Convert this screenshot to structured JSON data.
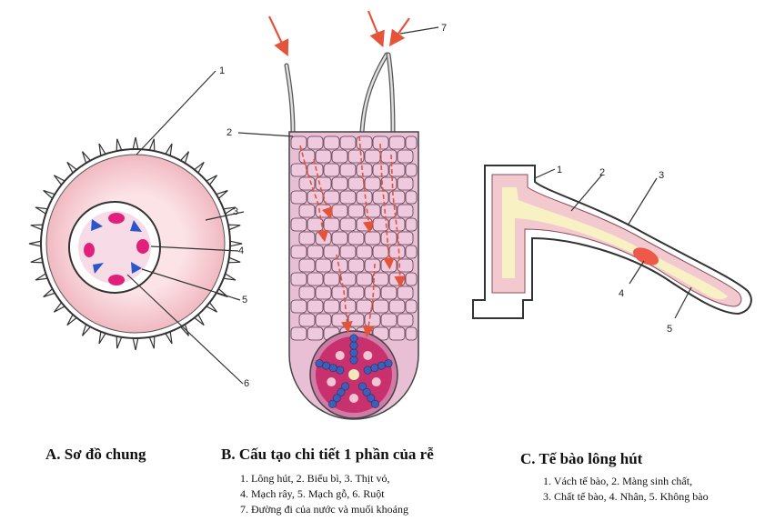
{
  "panel_a": {
    "title": "A. Sơ đồ chung",
    "numbers": [
      "1",
      "3",
      "4",
      "5",
      "6"
    ]
  },
  "panel_b": {
    "title": "B. Cấu tạo chi tiết 1 phần của rễ",
    "legend": [
      "1. Lông hút, 2. Biểu bì, 3. Thịt vỏ,",
      "4. Mạch rây, 5. Mạch gỗ, 6. Ruột",
      "7. Đường đi của nước và muối khoáng"
    ],
    "numbers": [
      "7",
      "2"
    ]
  },
  "panel_c": {
    "title": "C. Tế bào lông hút",
    "legend": [
      "1. Vách tế bào, 2. Màng sinh chất,",
      "3. Chất tế bào, 4. Nhân, 5. Không bào"
    ],
    "numbers": [
      "1",
      "2",
      "3",
      "4",
      "5"
    ]
  },
  "colors": {
    "tissue_pink": "#e9bfd6",
    "cortex_pink": "#f2c9cf",
    "arrow_red": "#e5533a",
    "xylem_blue": "#3d5fb8",
    "phloem_magenta": "#d9357f",
    "vacuole_cream": "#f7f1c4",
    "nucleus_red": "#ee6a5e",
    "outline": "#333333"
  }
}
